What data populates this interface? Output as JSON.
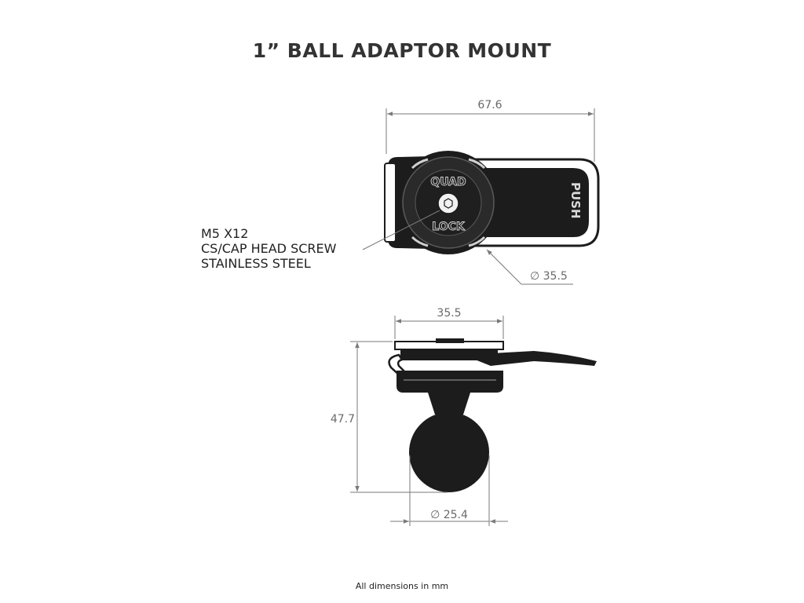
{
  "title": "1” BALL ADAPTOR MOUNT",
  "dimensions": {
    "top_width": "67.6",
    "top_diameter": "∅ 35.5",
    "side_width": "35.5",
    "side_height": "47.7",
    "ball_diameter": "∅ 25.4"
  },
  "callout": {
    "line1": "M5 X12",
    "line2": "CS/CAP HEAD SCREW",
    "line3": "STAINLESS STEEL"
  },
  "logo": {
    "top": "QUAD",
    "bottom": "LOCK",
    "push": "PUSH"
  },
  "footer": "All dimensions in mm",
  "colors": {
    "body": "#1c1c1c",
    "outline": "#8a8a8a",
    "dimension_line": "#7a7a7a"
  }
}
